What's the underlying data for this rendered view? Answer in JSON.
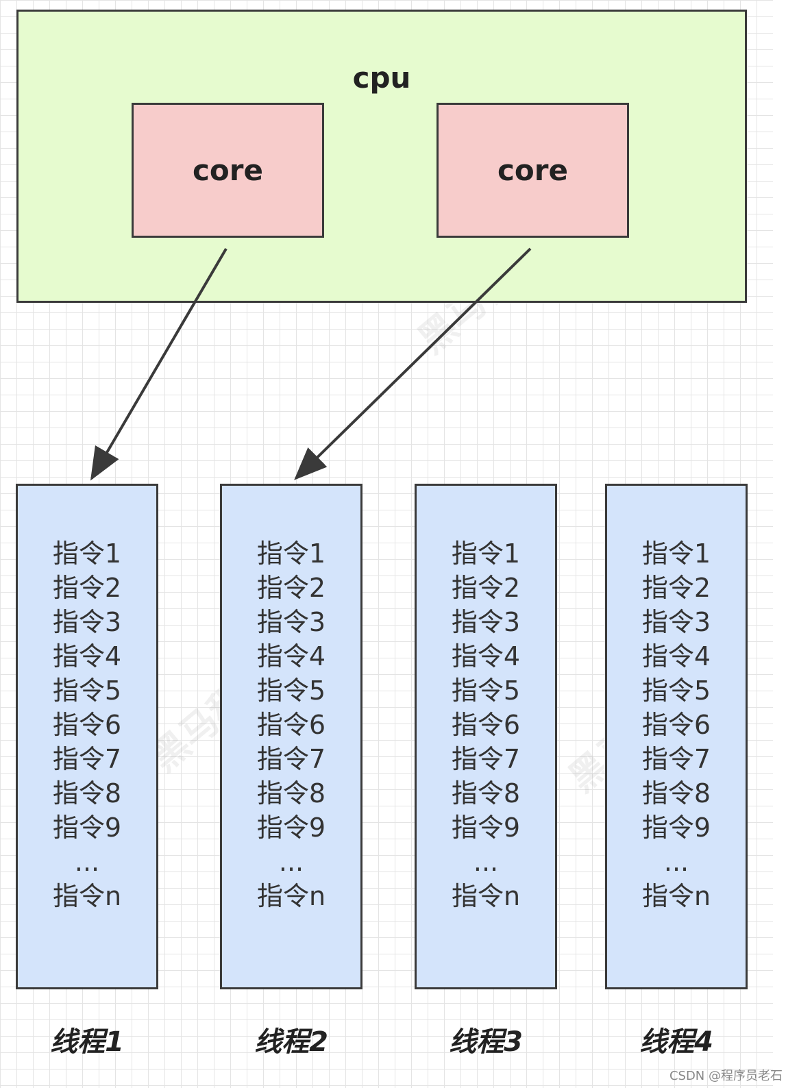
{
  "cpu": {
    "label": "cpu"
  },
  "cores": [
    {
      "label": "core"
    },
    {
      "label": "core"
    }
  ],
  "threads": [
    {
      "title": "线程1",
      "instructions": [
        "指令1",
        "指令2",
        "指令3",
        "指令4",
        "指令5",
        "指令6",
        "指令7",
        "指令8",
        "指令9",
        "...",
        "指令n"
      ]
    },
    {
      "title": "线程2",
      "instructions": [
        "指令1",
        "指令2",
        "指令3",
        "指令4",
        "指令5",
        "指令6",
        "指令7",
        "指令8",
        "指令9",
        "...",
        "指令n"
      ]
    },
    {
      "title": "线程3",
      "instructions": [
        "指令1",
        "指令2",
        "指令3",
        "指令4",
        "指令5",
        "指令6",
        "指令7",
        "指令8",
        "指令9",
        "...",
        "指令n"
      ]
    },
    {
      "title": "线程4",
      "instructions": [
        "指令1",
        "指令2",
        "指令3",
        "指令4",
        "指令5",
        "指令6",
        "指令7",
        "指令8",
        "指令9",
        "...",
        "指令n"
      ]
    }
  ],
  "watermark": {
    "text": "黑马程序员"
  },
  "credit": {
    "text": "CSDN @程序员老石"
  },
  "colors": {
    "cpu_fill": "#e6fbcf",
    "core_fill": "#f7cccb",
    "thread_fill": "#d4e4fb",
    "border": "#3a3a3a"
  }
}
